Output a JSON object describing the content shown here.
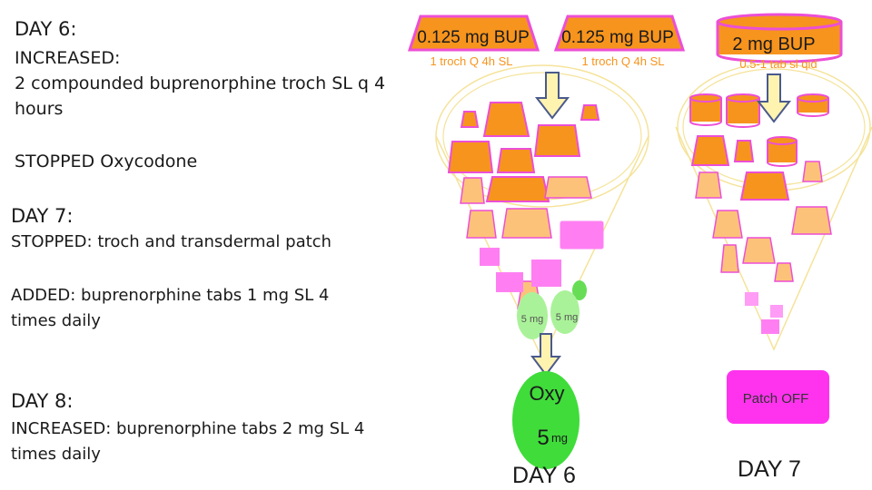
{
  "notes": {
    "day6_heading": "DAY 6:",
    "day6_line1": "INCREASED:",
    "day6_line2": "2 compounded buprenorphine troch SL q 4",
    "day6_line3": "hours",
    "day6_stopped": "STOPPED Oxycodone",
    "day7_heading": "DAY 7:",
    "day7_stopped": "STOPPED: troch and transdermal patch",
    "day7_added1": "ADDED: buprenorphine tabs 1 mg SL  4",
    "day7_added2": "times daily",
    "day8_heading": "DAY 8:",
    "day8_line1": "INCREASED: buprenorphine tabs 2 mg SL  4",
    "day8_line2": "times daily"
  },
  "diagram": {
    "troch_label_1": "0.125 mg BUP",
    "troch_sub_1": "1 troch Q 4h SL",
    "troch_label_2": "0.125 mg BUP",
    "troch_sub_2": "1 troch Q 4h SL",
    "tab_label": "2 mg  BUP",
    "tab_sub": "0.5-1 tab sl qid",
    "small_oxy_1": "5 mg",
    "small_oxy_2": "5 mg",
    "oxy_word": "Oxy",
    "oxy_dose_num": "5",
    "oxy_dose_unit": "mg",
    "patch_label": "Patch OFF",
    "day6_caption": "DAY 6",
    "day7_caption": "DAY 7"
  },
  "colors": {
    "orange": "#f7941d",
    "light_orange": "#fdc27a",
    "magenta_border": "#ec4fd6",
    "magenta_fill": "#ff33ee",
    "light_magenta": "#ff7ff2",
    "cone_outline": "#f5e39a",
    "arrow_fill": "#fff3b0",
    "arrow_stroke": "#4a5a8c",
    "green": "#44dd44"
  }
}
